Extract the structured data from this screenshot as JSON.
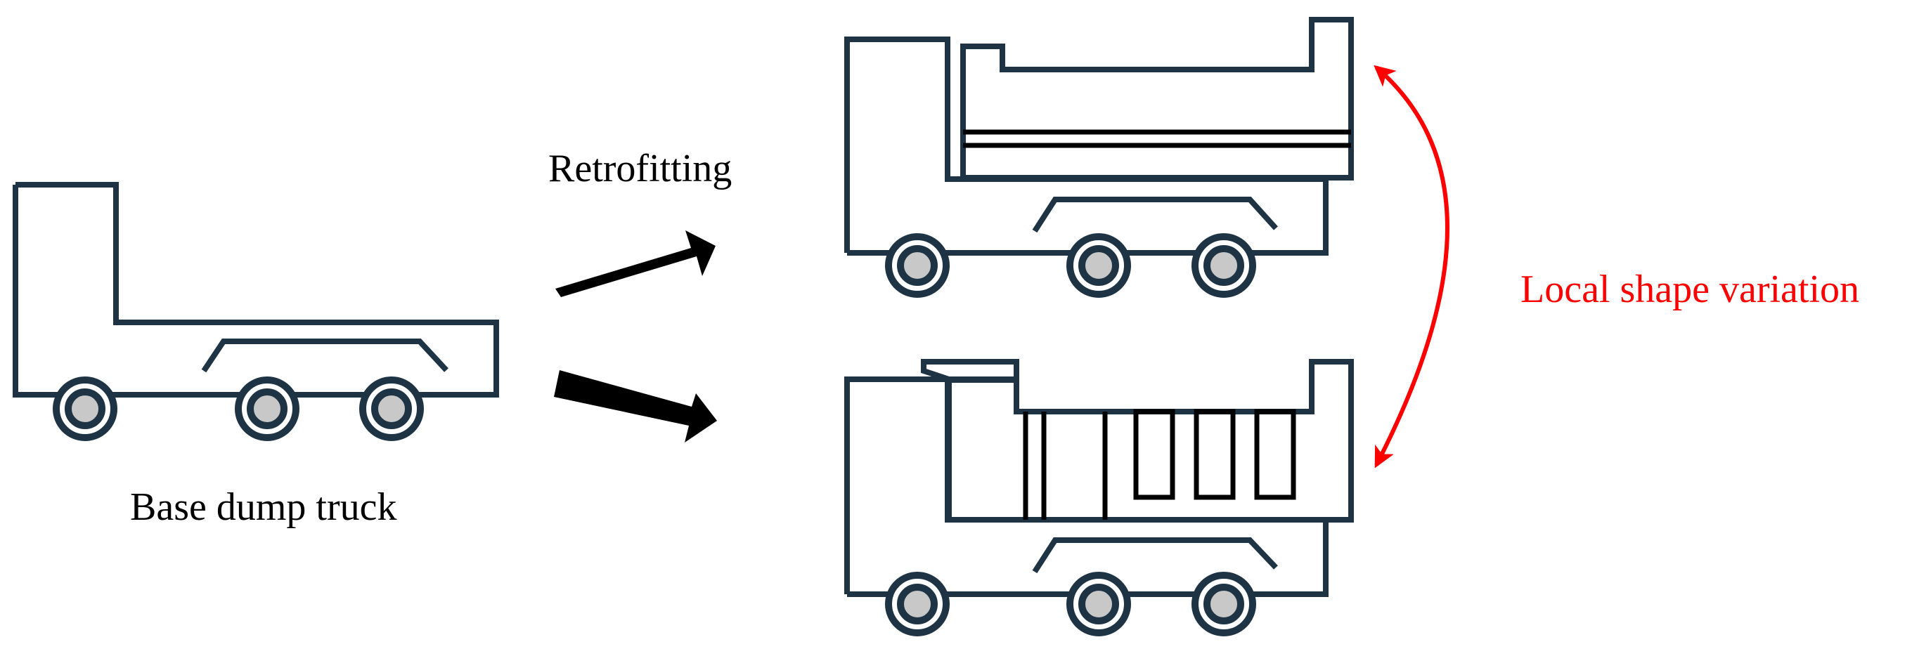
{
  "labels": {
    "retrofitting": "Retrofitting",
    "base_truck": "Base dump truck",
    "variation": "Local shape variation"
  },
  "colors": {
    "outline": "#1e3344",
    "wheel_hub": "#c8c8c8",
    "arrow": "#000000",
    "variation_accent": "#ff0000"
  },
  "icons": {
    "base_truck": "dump-truck-base-icon",
    "retrofit_truck_1": "dump-truck-flat-body-icon",
    "retrofit_truck_2": "dump-truck-ribbed-body-icon",
    "arrow": "block-arrow-icon",
    "variation_arrow": "double-headed-curved-arrow-icon"
  }
}
